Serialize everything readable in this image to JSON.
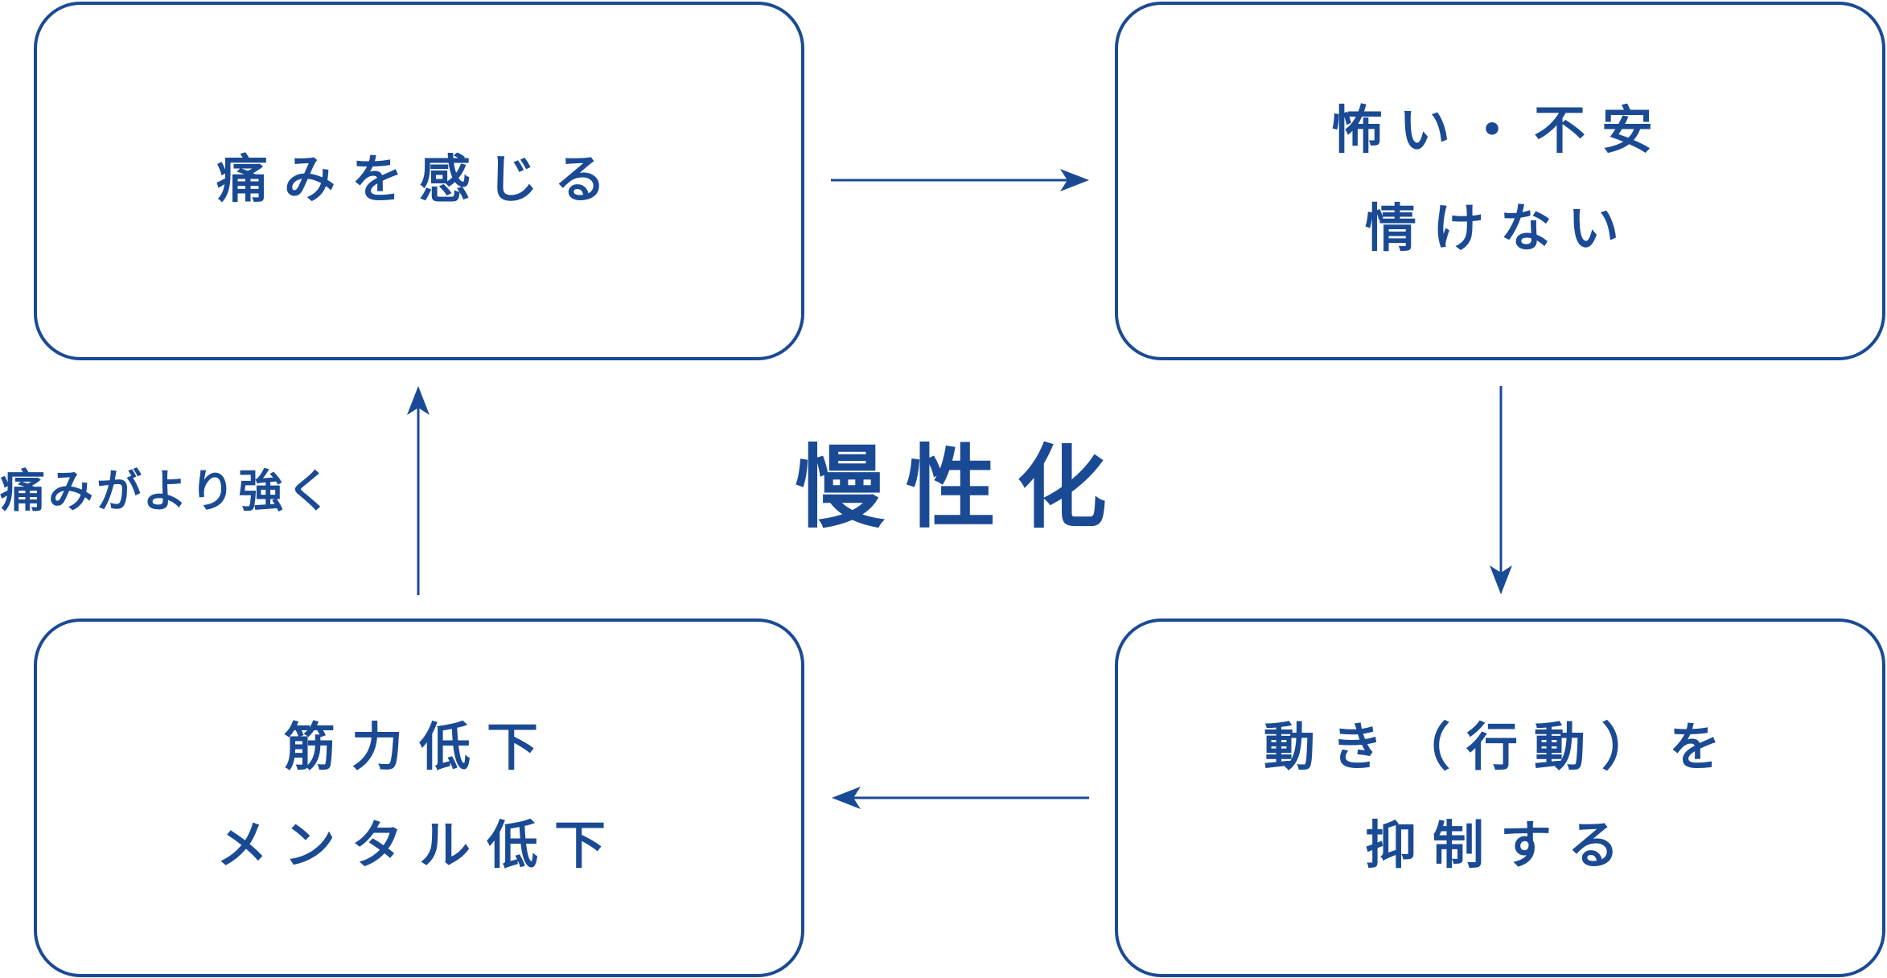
{
  "nodes": {
    "top_left": {
      "text": "痛みを感じる"
    },
    "top_right": {
      "text": "怖い・不安\n情けない"
    },
    "bottom_right": {
      "text": "動き（行動）を\n抑制する"
    },
    "bottom_left": {
      "text": "筋力低下\nメンタル低下"
    }
  },
  "center_label": "慢性化",
  "edge_label": "痛みがより強く",
  "colors": {
    "primary": "#1a4a94",
    "background": "#ffffff"
  }
}
